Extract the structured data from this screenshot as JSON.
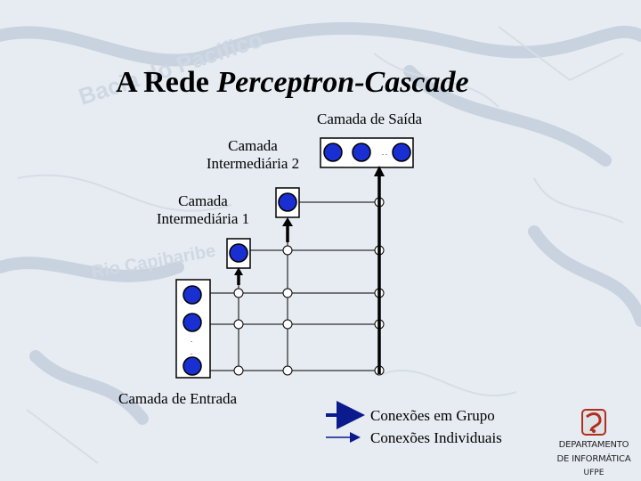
{
  "slide": {
    "title_part1": "A Rede ",
    "title_part2": "Perceptron-Cascade",
    "background_words": [
      "Bacia do Pacífico",
      "Rio Capibaribe"
    ]
  },
  "labels": {
    "output_layer": "Camada de Saída",
    "hidden2_line1": "Camada",
    "hidden2_line2": "Intermediária 2",
    "hidden1_line1": "Camada",
    "hidden1_line2": "Intermediária 1",
    "input_layer": "Camada de Entrada"
  },
  "legend": {
    "group": "Conexões em Grupo",
    "individual": "Conexões Individuais"
  },
  "logo": {
    "line1": "DEPARTAMENTO",
    "line2": "DE INFORMÁTICA",
    "line3": "UFPE"
  },
  "colors": {
    "neuron_fill": "#1a2fd1",
    "line": "#000000",
    "arrow": "#0b1a8c",
    "logo_accent": "#b03020"
  }
}
